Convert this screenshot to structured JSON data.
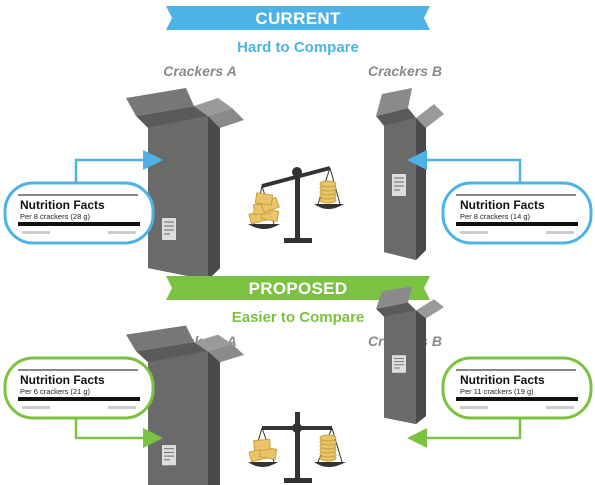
{
  "current": {
    "banner": "CURRENT",
    "subtitle": "Hard to Compare",
    "color": "#4db3e6",
    "product_a": {
      "name": "Crackers A",
      "label_title": "Nutrition Facts",
      "serving": "Per 8 crackers (28 g)"
    },
    "product_b": {
      "name": "Crackers B",
      "label_title": "Nutrition Facts",
      "serving": "Per 8 crackers (14 g)"
    }
  },
  "proposed": {
    "banner": "PROPOSED",
    "subtitle": "Easier to Compare",
    "color": "#7cc242",
    "product_a": {
      "name": "Crackers A",
      "label_title": "Nutrition Facts",
      "serving": "Per 6 crackers (21 g)"
    },
    "product_b": {
      "name": "Crackers B",
      "label_title": "Nutrition Facts",
      "serving": "Per 11 crackers (19 g)"
    }
  },
  "icons": {
    "scale": "balance-scale-icon",
    "box": "cracker-box-icon"
  }
}
